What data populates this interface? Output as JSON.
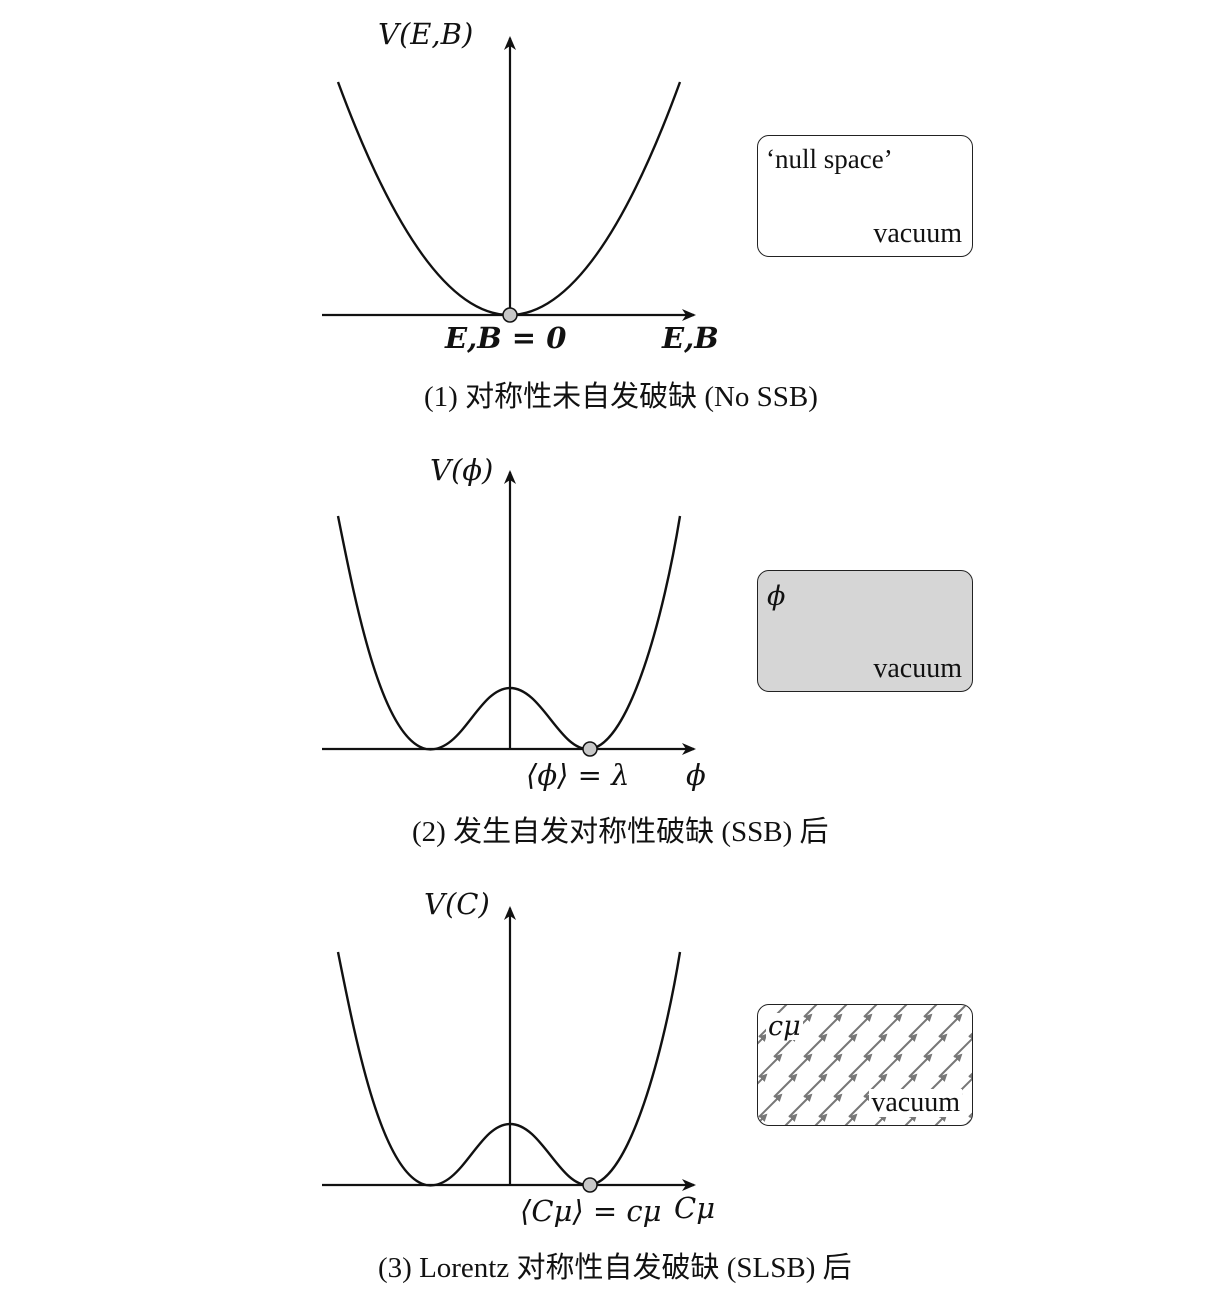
{
  "panels": [
    {
      "y_axis_label": "V(E,B)",
      "x_axis_label": "E,B",
      "min_label": "E,B = 0",
      "caption": "(1) 对称性未自发破缺 (No SSB)",
      "vacuum_corner_label": "‘null space’",
      "vacuum_label": "vacuum"
    },
    {
      "y_axis_label": "V(ϕ)",
      "x_axis_label": "ϕ",
      "min_label": "⟨ϕ⟩ = λ",
      "caption": "(2) 发生自发对称性破缺 (SSB) 后",
      "vacuum_corner_label": "ϕ",
      "vacuum_label": "vacuum"
    },
    {
      "y_axis_label": "V(C)",
      "x_axis_label": "Cμ",
      "min_label": "⟨Cμ⟩ = cμ",
      "caption": "(3) Lorentz 对称性自发破缺 (SLSB) 后",
      "vacuum_corner_label": "cμ",
      "vacuum_label": "vacuum"
    }
  ],
  "colors": {
    "line": "#111111",
    "marker_fill": "#c8c8c8",
    "ssb_fill": "#d6d6d6",
    "arrow": "#777777"
  }
}
